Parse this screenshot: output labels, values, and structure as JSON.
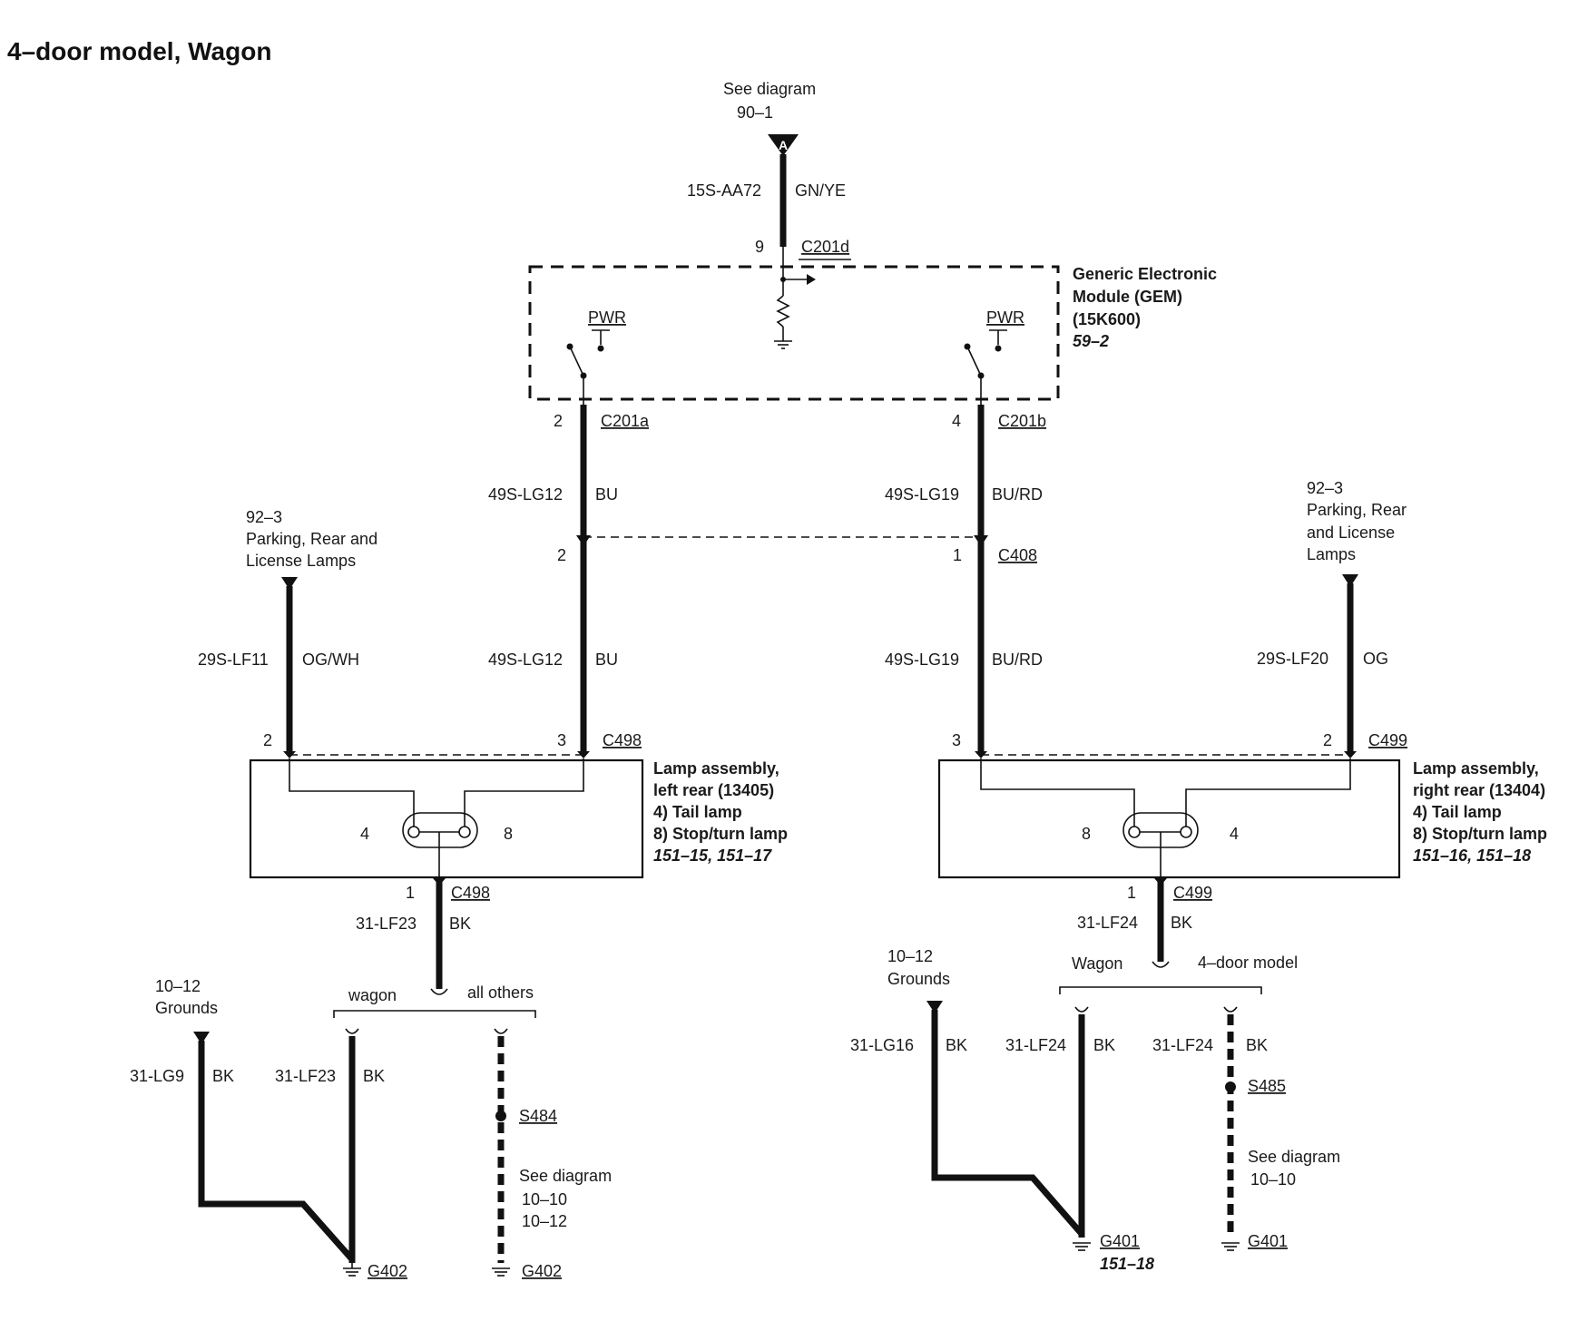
{
  "title": "4–door model, Wagon",
  "top_ref": {
    "see_diagram": "See diagram",
    "diagram_no": "90–1",
    "connector_letter": "A",
    "wire_code": "15S-AA72",
    "wire_color": "GN/YE",
    "pin": "9",
    "connector": "C201d"
  },
  "gem": {
    "name_line1": "Generic Electronic",
    "name_line2": "Module (GEM)",
    "part_no": "(15K600)",
    "page_ref": "59–2",
    "pwr_left": "PWR",
    "pwr_right": "PWR"
  },
  "left_branch": {
    "c201a_pin": "2",
    "c201a": "C201a",
    "wire_upper_code": "49S-LG12",
    "wire_upper_color": "BU",
    "c408_pin": "2",
    "wire_lower_code": "49S-LG12",
    "wire_lower_color": "BU",
    "c498_pin": "3",
    "c498": "C498"
  },
  "right_branch": {
    "c201b_pin": "4",
    "c201b": "C201b",
    "wire_upper_code": "49S-LG19",
    "wire_upper_color": "BU/RD",
    "c408_pin": "1",
    "c408": "C408",
    "wire_lower_code": "49S-LG19",
    "wire_lower_color": "BU/RD",
    "c499_pin": "3"
  },
  "left_parking": {
    "ref": "92–3",
    "line1": "Parking, Rear and",
    "line2": "License Lamps",
    "wire_code": "29S-LF11",
    "wire_color": "OG/WH",
    "pin": "2"
  },
  "right_parking": {
    "ref": "92–3",
    "line1": "Parking, Rear",
    "line2": "and License",
    "line3": "Lamps",
    "wire_code": "29S-LF20",
    "wire_color": "OG",
    "pin": "2",
    "connector": "C499"
  },
  "left_lamp": {
    "name_line1": "Lamp assembly,",
    "name_line2": "left rear (13405)",
    "item1": "4)   Tail lamp",
    "item2": "8)   Stop/turn lamp",
    "refs": "151–15, 151–17",
    "pin_tail": "4",
    "pin_stop": "8",
    "ground_pin": "1",
    "ground_connector": "C498",
    "ground_wire_code": "31-LF23",
    "ground_wire_color": "BK"
  },
  "right_lamp": {
    "name_line1": "Lamp assembly,",
    "name_line2": "right rear (13404)",
    "item1": "4)   Tail lamp",
    "item2": "8)   Stop/turn lamp",
    "refs": "151–16, 151–18",
    "pin_stop": "8",
    "pin_tail": "4",
    "ground_pin": "1",
    "ground_connector": "C499",
    "ground_wire_code": "31-LF24",
    "ground_wire_color": "BK"
  },
  "left_grounds": {
    "ref": "10–12",
    "label": "Grounds",
    "split_wagon": "wagon",
    "split_others": "all others",
    "wire_a_code": "31-LG9",
    "wire_a_color": "BK",
    "wire_b_code": "31-LF23",
    "wire_b_color": "BK",
    "splice": "S484",
    "see_diagram": "See diagram",
    "see_ref1": "10–10",
    "see_ref2": "10–12",
    "ground_a": "G402",
    "ground_b": "G402"
  },
  "right_grounds": {
    "ref": "10–12",
    "label": "Grounds",
    "split_wagon": "Wagon",
    "split_4door": "4–door model",
    "wire_a_code": "31-LG16",
    "wire_a_color": "BK",
    "wire_b_code": "31-LF24",
    "wire_b_color": "BK",
    "wire_c_code": "31-LF24",
    "wire_c_color": "BK",
    "splice": "S485",
    "see_diagram": "See diagram",
    "see_ref1": "10–10",
    "ground_a": "G401",
    "ground_a_ref": "151–18",
    "ground_b": "G401"
  }
}
